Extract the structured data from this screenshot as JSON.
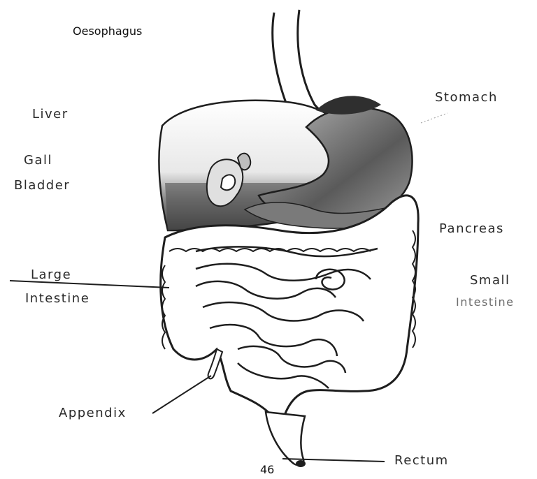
{
  "labels": {
    "oesophagus": "Oesophagus",
    "stomach": "Stomach",
    "liver": "Liver",
    "gall_line1": "Gall",
    "gall_line2": "Bladder",
    "pancreas": "Pancreas",
    "large_line1": "Large",
    "large_line2": "Intestine",
    "small_line1": "Small",
    "small_line2": "Intestine",
    "appendix": "Appendix",
    "rectum": "Rectum"
  },
  "page_number": "46",
  "colors": {
    "ink": "#1e1e1e",
    "shade": "#8a8a8a",
    "paper": "#ffffff"
  }
}
